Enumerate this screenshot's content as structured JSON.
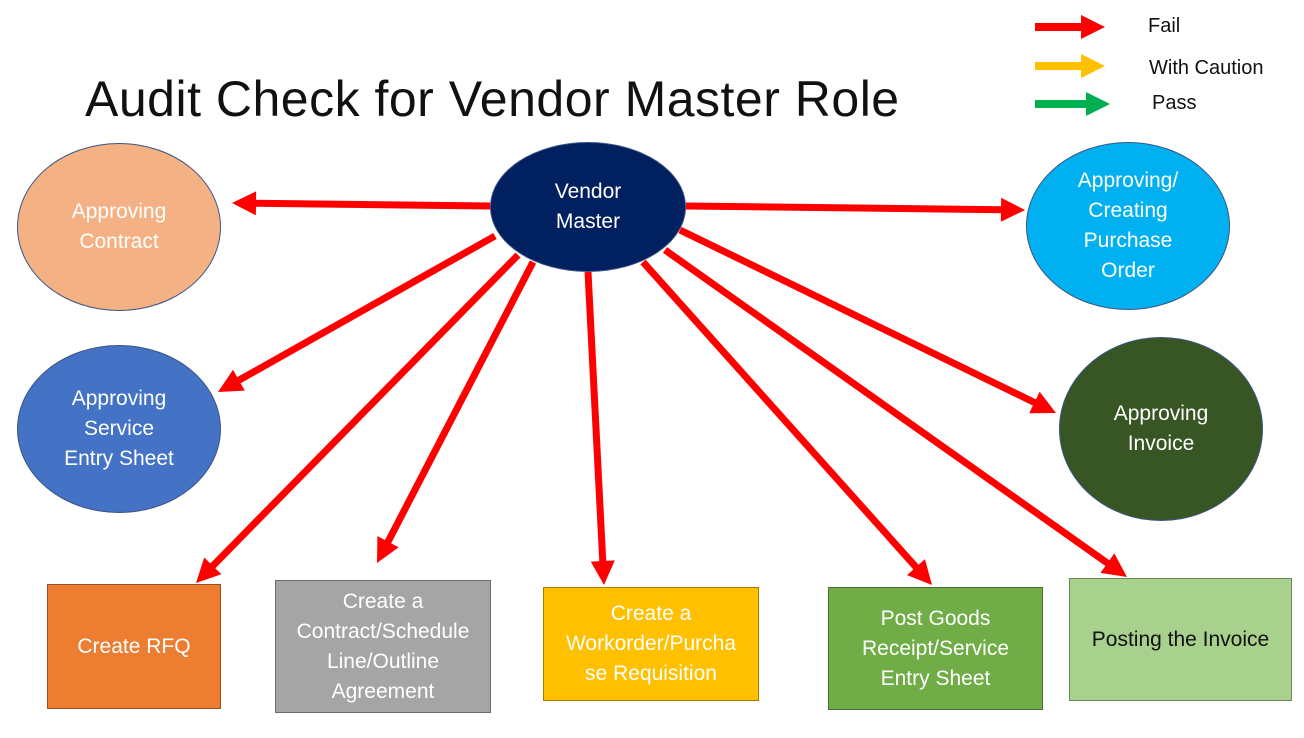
{
  "title": "Audit Check for Vendor Master Role",
  "legend": [
    {
      "label": "Fail",
      "color": "#ff0000"
    },
    {
      "label": "With Caution",
      "color": "#ffc000"
    },
    {
      "label": "Pass",
      "color": "#00b050"
    }
  ],
  "center": {
    "label": "Vendor\nMaster",
    "fill": "#002060",
    "text_color": "#ffffff"
  },
  "nodes": [
    {
      "id": "approving-contract",
      "label": "Approving\nContract",
      "shape": "ellipse",
      "fill": "#f4b183",
      "text_color": "#ffffff",
      "status": "Fail"
    },
    {
      "id": "approving-creating-po",
      "label": "Approving/\nCreating\nPurchase\nOrder",
      "shape": "ellipse",
      "fill": "#00b0f0",
      "text_color": "#ffffff",
      "status": "Fail"
    },
    {
      "id": "approving-ses",
      "label": "Approving\nService\nEntry Sheet",
      "shape": "ellipse",
      "fill": "#4472c4",
      "text_color": "#ffffff",
      "status": "Fail"
    },
    {
      "id": "approving-invoice",
      "label": "Approving\nInvoice",
      "shape": "ellipse",
      "fill": "#375623",
      "text_color": "#ffffff",
      "status": "Fail"
    },
    {
      "id": "create-rfq",
      "label": "Create RFQ",
      "shape": "rect",
      "fill": "#ed7d31",
      "text_color": "#ffffff",
      "status": "Fail"
    },
    {
      "id": "create-contract",
      "label": "Create a\nContract/Schedule\nLine/Outline\nAgreement",
      "shape": "rect",
      "fill": "#a5a5a5",
      "text_color": "#ffffff",
      "status": "Fail"
    },
    {
      "id": "create-workorder",
      "label": "Create a\nWorkorder/Purcha\nse Requisition",
      "shape": "rect",
      "fill": "#ffc000",
      "text_color": "#ffffff",
      "status": "Fail"
    },
    {
      "id": "post-goods-receipt",
      "label": "Post Goods\nReceipt/Service\nEntry Sheet",
      "shape": "rect",
      "fill": "#70ad47",
      "text_color": "#ffffff",
      "status": "Fail"
    },
    {
      "id": "posting-invoice",
      "label": "Posting the Invoice",
      "shape": "rect",
      "fill": "#a9d18e",
      "text_color": "#111111",
      "status": "Fail"
    }
  ]
}
